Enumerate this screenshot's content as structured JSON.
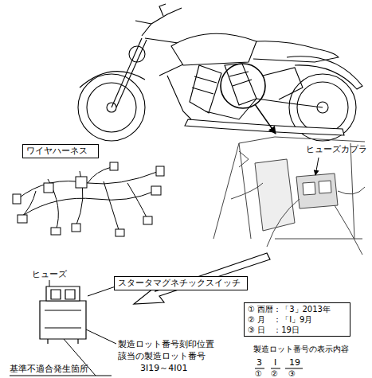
{
  "diagram": {
    "nodes": [
      {
        "text": [
          "ワイヤハーネス"
        ]
      },
      {
        "text": [
          "スタータマグネチックスイッチ"
        ]
      },
      {
        "text": [
          "① 西暦：「3」2013年",
          "② 月　：「I」9月",
          "③ 日　：19日"
        ]
      }
    ],
    "edges": [],
    "labels": [
      "ヒューズカプラ",
      "ヒューズ",
      "製造ロット番号刻印位置",
      "該当の製造ロット番号",
      "3I19～4I01",
      "製造ロット番号の表示内容",
      "3",
      "I",
      "19",
      "①",
      "②",
      "③",
      "基準不適合発生箇所"
    ]
  }
}
